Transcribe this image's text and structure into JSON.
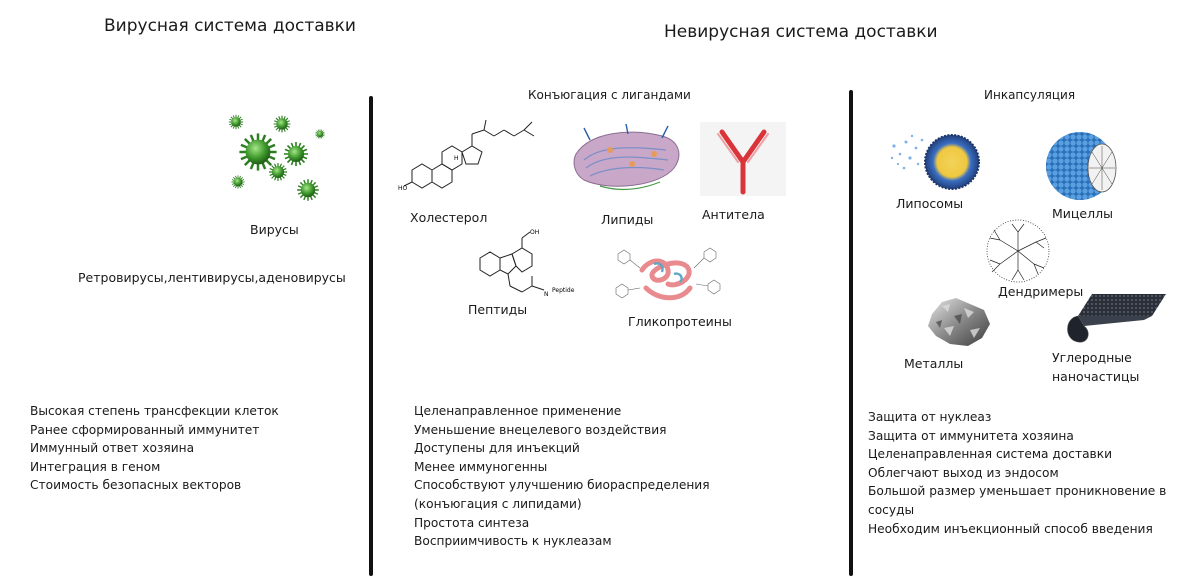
{
  "headings": {
    "viral": "Вирусная система доставки",
    "nonviral": "Невирусная система доставки"
  },
  "viral": {
    "virus_label": "Вирусы",
    "types": "Ретровирусы,лентивирусы,аденовирусы",
    "properties": [
      "Высокая степень трансфекции клеток",
      "Ранее сформированный иммунитет",
      "Иммунный ответ хозяина",
      "Интеграция в геном",
      "Стоимость безопасных векторов"
    ]
  },
  "conjugation": {
    "title": "Конъюгация с лигандами",
    "labels": {
      "cholesterol": "Холестерол",
      "lipids": "Липиды",
      "antibodies": "Антитела",
      "peptides": "Пептиды",
      "glycoproteins": "Гликопротеины"
    },
    "structure_labels": {
      "oh": "OH",
      "ho": "HO",
      "h": "H",
      "peptide": "Peptide",
      "n": "N"
    },
    "properties": [
      "Целенаправленное применение",
      "Уменьшение внецелевого воздействия",
      "Доступены для инъекций",
      "Менее иммуногенны",
      "Способствуют улучшению биораспределения",
      "(конъюгация с липидами)",
      "Простота синтеза",
      "Восприимчивость к нуклеазам"
    ]
  },
  "encapsulation": {
    "title": "Инкапсуляция",
    "labels": {
      "liposomes": "Липосомы",
      "micelles": "Мицеллы",
      "dendrimers": "Дендримеры",
      "metals": "Металлы",
      "carbon_line1": "Углеродные",
      "carbon_line2": "наночастицы"
    },
    "properties": [
      "Защита от нуклеаз",
      "Защита от иммунитета хозяина",
      "Целенаправленная система доставки",
      "Облегчают выход из эндосом",
      "Большой размер уменьшает проникновение в",
      "сосуды",
      "Необходим инъекционный способ введения"
    ]
  },
  "colors": {
    "virus": "#3f9a2c",
    "antibody": "#d9343a",
    "liposome_shell": "#3a6fc4",
    "micelle": "#2f7fc8"
  }
}
